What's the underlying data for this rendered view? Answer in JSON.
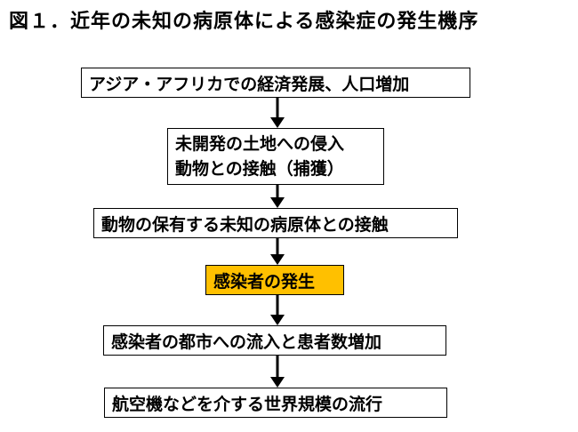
{
  "title": "図１．近年の未知の病原体による感染症の発生機序",
  "colors": {
    "highlight": "#ffc000",
    "border": "#000000"
  },
  "steps": [
    {
      "lines": [
        "アジア・アフリカでの経済発展、人口増加"
      ]
    },
    {
      "lines": [
        "未開発の土地への侵入",
        "動物との接触（捕獲）"
      ]
    },
    {
      "lines": [
        "動物の保有する未知の病原体との接触"
      ]
    },
    {
      "lines": [
        "感染者の発生"
      ]
    },
    {
      "lines": [
        "感染者の都市への流入と患者数増加"
      ]
    },
    {
      "lines": [
        "航空機などを介する世界規模の流行"
      ]
    }
  ]
}
